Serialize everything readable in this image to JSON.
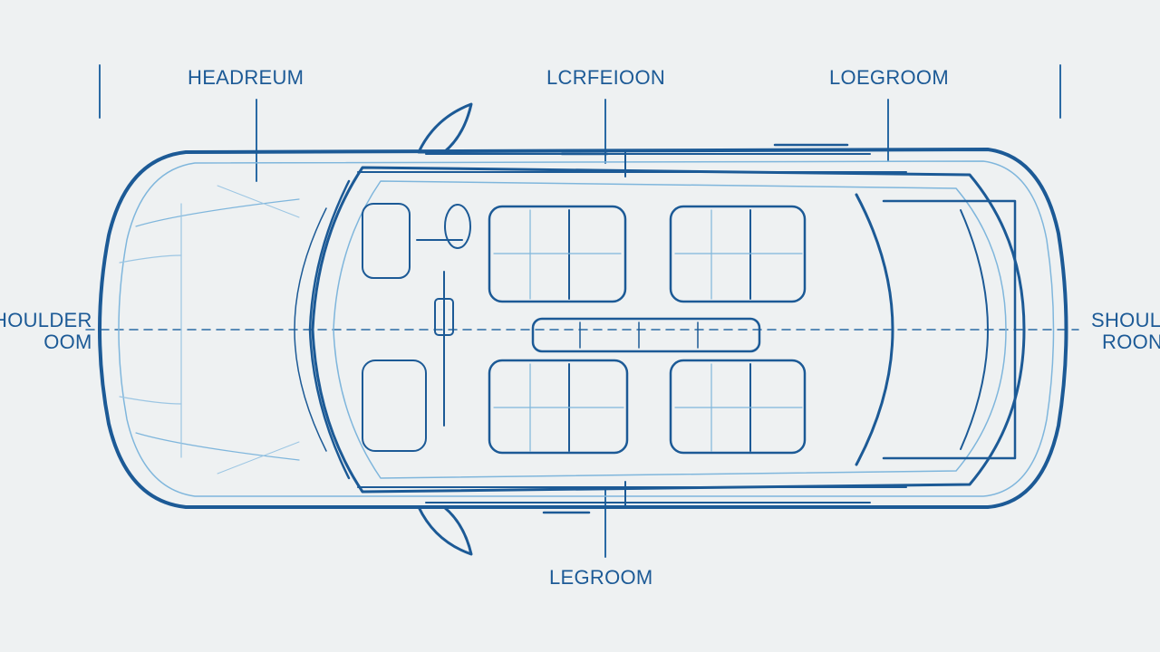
{
  "labels": {
    "headroom": "HEADREUM",
    "center": "LCRFEIOON",
    "legroom_top": "LOEGROOM",
    "legroom_bottom": "LEGROOM",
    "shoulder_left": [
      "HOULDER",
      "OOM"
    ],
    "shoulder_right": [
      "SHOULL",
      "ROON"
    ]
  },
  "colors": {
    "background": "#eef1f2",
    "line_dark": "#1c5a96",
    "line_light": "#7fb6dc"
  }
}
